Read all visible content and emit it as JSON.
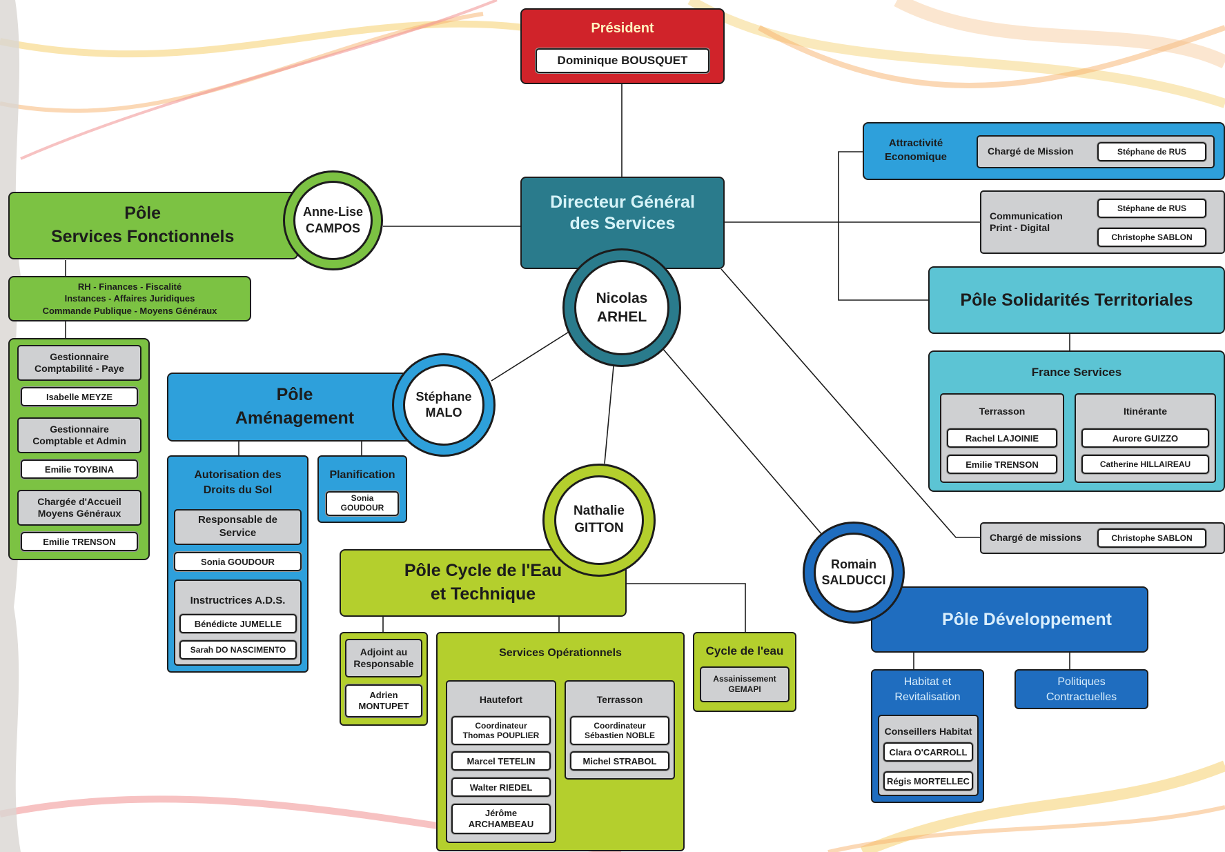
{
  "colors": {
    "red": "#d0232a",
    "green": "#7cc243",
    "blue": "#2ea0db",
    "teal": "#2a7b8c",
    "aqua": "#5cc4d4",
    "lime": "#b4cf2d",
    "darkblue": "#1f6dbf"
  },
  "president": {
    "role": "Président",
    "name": "Dominique BOUSQUET"
  },
  "dgs": {
    "title": "Directeur Général\ndes Services",
    "name": "Nicolas\nARHEL"
  },
  "attractivite": {
    "title": "Attractivité\nEconomique",
    "role": "Chargé de Mission",
    "name": "Stéphane de RUS"
  },
  "communication": {
    "title": "Communication\nPrint - Digital",
    "names": [
      "Stéphane de RUS",
      "Christophe SABLON"
    ]
  },
  "solidarites": {
    "title": "Pôle Solidarités Territoriales",
    "france_title": "France Services",
    "terrasson": {
      "title": "Terrasson",
      "names": [
        "Rachel LAJOINIE",
        "Emilie TRENSON"
      ]
    },
    "itinerante": {
      "title": "Itinérante",
      "names": [
        "Aurore GUIZZO",
        "Catherine HILLAIREAU"
      ]
    }
  },
  "charge_missions": {
    "role": "Chargé de missions",
    "name": "Christophe SABLON"
  },
  "fonctionnels": {
    "title": "Pôle\nServices Fonctionnels",
    "head": "Anne-Lise\nCAMPOS",
    "scope": "RH - Finances - Fiscalité\nInstances - Affaires Juridiques\nCommande Publique - Moyens Généraux",
    "roles": [
      {
        "role": "Gestionnaire\nComptabilité - Paye",
        "name": "Isabelle MEYZE"
      },
      {
        "role": "Gestionnaire\nComptable et Admin",
        "name": "Emilie TOYBINA"
      },
      {
        "role": "Chargée d'Accueil\nMoyens Généraux",
        "name": "Emilie TRENSON"
      }
    ]
  },
  "amenagement": {
    "title": "Pôle\nAménagement",
    "head": "Stéphane\nMALO",
    "ads_title": "Autorisation des\nDroits du Sol",
    "resp_role": "Responsable de\nService",
    "resp_name": "Sonia GOUDOUR",
    "instr_title": "Instructrices A.D.S.",
    "instr_names": [
      "Bénédicte JUMELLE",
      "Sarah DO NASCIMENTO"
    ],
    "planif_title": "Planification",
    "planif_name": "Sonia\nGOUDOUR"
  },
  "eau": {
    "title": "Pôle Cycle de l'Eau\net Technique",
    "head": "Nathalie\nGITTON",
    "adjoint_role": "Adjoint au\nResponsable",
    "adjoint_name": "Adrien\nMONTUPET",
    "ops_title": "Services Opérationnels",
    "hautefort": {
      "title": "Hautefort",
      "coord": "Coordinateur\nThomas POUPLIER",
      "names": [
        "Marcel TETELIN",
        "Walter RIEDEL",
        "Jérôme\nARCHAMBEAU"
      ]
    },
    "terrasson": {
      "title": "Terrasson",
      "coord": "Coordinateur\nSébastien NOBLE",
      "names": [
        "Michel STRABOL"
      ]
    },
    "cycle_title": "Cycle de l'eau",
    "cycle_item": "Assainissement\nGEMAPI"
  },
  "developpement": {
    "title": "Pôle Développement",
    "head": "Romain\nSALDUCCI",
    "habitat_title": "Habitat et\nRevitalisation",
    "conseillers_title": "Conseillers Habitat",
    "names": [
      "Clara O'CARROLL",
      "Régis MORTELLEC"
    ],
    "politiques": "Politiques\nContractuelles"
  }
}
